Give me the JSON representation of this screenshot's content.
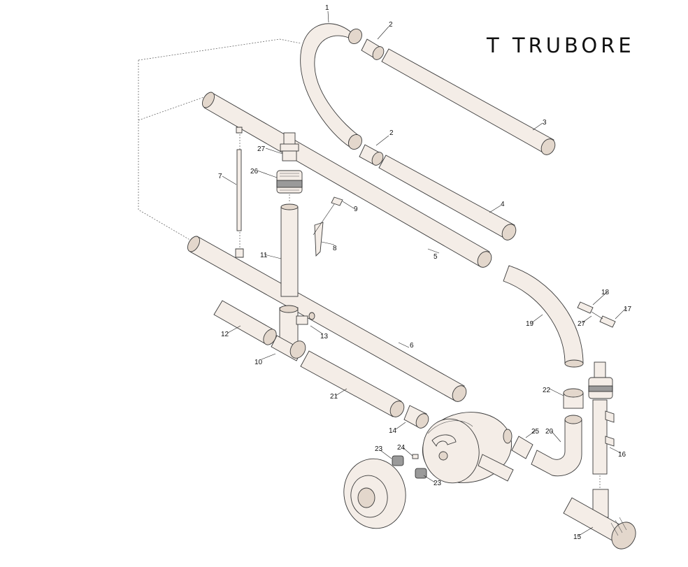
{
  "title": "T TRUBORE",
  "callouts": [
    "1",
    "2",
    "2",
    "3",
    "4",
    "5",
    "6",
    "7",
    "8",
    "9",
    "10",
    "11",
    "12",
    "13",
    "14",
    "15",
    "16",
    "17",
    "18",
    "19",
    "20",
    "21",
    "22",
    "23",
    "23",
    "24",
    "25",
    "26",
    "27",
    "27"
  ]
}
